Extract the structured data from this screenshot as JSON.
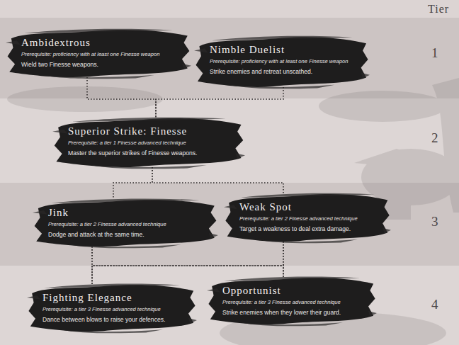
{
  "diagram": {
    "nodes": [
      {
        "text": [
          "Ambidextrous",
          "Prerequisite: proficiency with at least one Finesse weapon",
          "Wield two Finesse weapons."
        ]
      },
      {
        "text": [
          "Nimble Duelist",
          "Prerequisite: proficiency with at least one Finesse weapon",
          "Strike enemies and retreat unscathed."
        ]
      },
      {
        "text": [
          "Superior Strike: Finesse",
          "Prerequisite: a tier 1 Finesse advanced technique",
          "Master the superior strikes of Finesse weapons."
        ]
      },
      {
        "text": [
          "Jink",
          "Prerequisite: a tier 2 Finesse advanced technique",
          "Dodge and attack at the same time."
        ]
      },
      {
        "text": [
          "Weak Spot",
          "Prerequisite: a tier 2 Finesse advanced technique",
          "Target a weakness to deal extra damage."
        ]
      },
      {
        "text": [
          "Fighting Elegance",
          "Prerequisite: a tier 3 Finesse advanced technique",
          "Dance between blows to raise your defences."
        ]
      },
      {
        "text": [
          "Opportunist",
          "Prerequisite: a tier 3 Finesse advanced technique",
          "Strike enemies when they lower their guard."
        ]
      }
    ],
    "edges": [
      {
        "from": 0,
        "to": 2,
        "arrow": "none"
      },
      {
        "from": 1,
        "to": 2,
        "arrow": "none"
      },
      {
        "from": 2,
        "to": 3,
        "arrow": "none"
      },
      {
        "from": 2,
        "to": 4,
        "arrow": "none"
      },
      {
        "from": 3,
        "to": 5,
        "arrow": "none"
      },
      {
        "from": 3,
        "to": 6,
        "arrow": "none"
      },
      {
        "from": 4,
        "to": 5,
        "arrow": "none"
      },
      {
        "from": 4,
        "to": 6,
        "arrow": "none"
      }
    ],
    "labels": [
      "Tier",
      "1",
      "2",
      "3",
      "4"
    ]
  }
}
